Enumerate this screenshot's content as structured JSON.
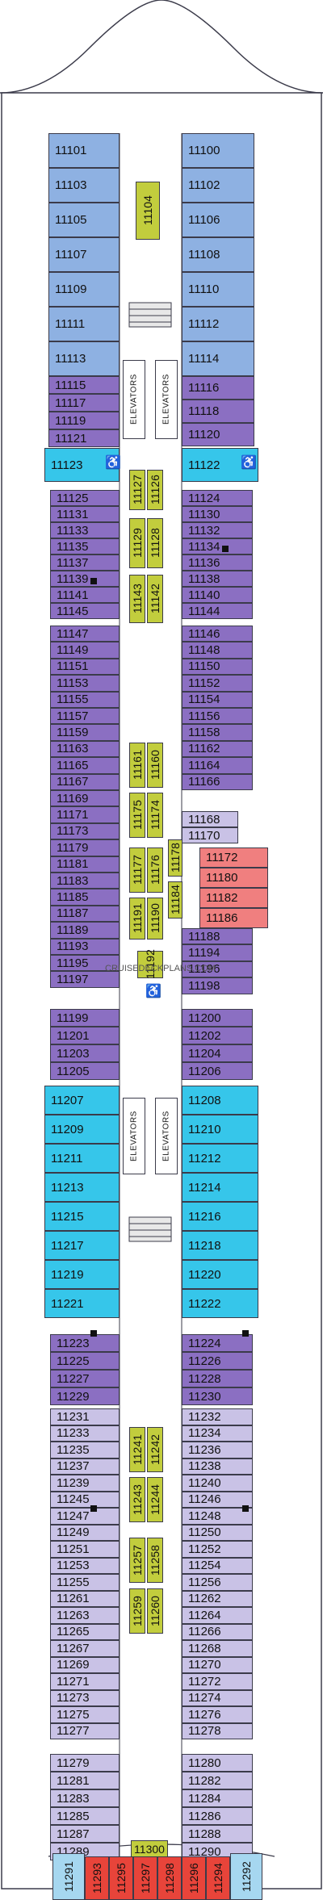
{
  "watermark": "CRUISEDECKPLANS.COM",
  "elevators_label": "ELEVATORS",
  "colors": {
    "blue": "#8eb1e2",
    "lavender": "#c9c2e6",
    "purple": "#8b6fc2",
    "cyan": "#36c6ea",
    "olive": "#c2cd3d",
    "coral": "#f07f7f",
    "red": "#e8443a",
    "lightblue": "#a6d7f0"
  },
  "top_left": [
    "11101",
    "11103",
    "11105",
    "11107",
    "11109",
    "11111",
    "11113"
  ],
  "top_right": [
    "11100",
    "11102",
    "11106",
    "11108",
    "11110",
    "11112",
    "11114"
  ],
  "upper_purple_left": [
    "11115",
    "11117",
    "11119",
    "11121"
  ],
  "upper_purple_right": [
    "11116",
    "11118",
    "11120"
  ],
  "access_top": [
    "11123",
    "11122"
  ],
  "s1_left": [
    "11125",
    "11131",
    "11133",
    "11135",
    "11137",
    "11139",
    "11141",
    "11145"
  ],
  "s1_right": [
    "11124",
    "11130",
    "11132",
    "11134",
    "11136",
    "11138",
    "11140",
    "11144"
  ],
  "s2_left": [
    "11147",
    "11149",
    "11151",
    "11153",
    "11155",
    "11157",
    "11159",
    "11163",
    "11165",
    "11167",
    "11169",
    "11171",
    "11173",
    "11179",
    "11181",
    "11183",
    "11185",
    "11187",
    "11189",
    "11193",
    "11195",
    "11197"
  ],
  "s2_right": [
    "11146",
    "11148",
    "11150",
    "11152",
    "11154",
    "11156",
    "11158",
    "11162",
    "11164",
    "11166",
    "11168",
    "11170",
    "11188",
    "11194",
    "11196",
    "11198"
  ],
  "suites": [
    "11172",
    "11180",
    "11182",
    "11186"
  ],
  "s3_left": [
    "11199",
    "11201",
    "11203",
    "11205"
  ],
  "s3_right": [
    "11200",
    "11202",
    "11204",
    "11206"
  ],
  "mid_left": [
    "11207",
    "11209",
    "11211",
    "11213",
    "11215",
    "11217",
    "11219",
    "11221"
  ],
  "mid_right": [
    "11208",
    "11210",
    "11212",
    "11214",
    "11216",
    "11218",
    "11220",
    "11222"
  ],
  "s4_left": [
    "11223",
    "11225",
    "11227",
    "11229"
  ],
  "s4_right": [
    "11224",
    "11226",
    "11228",
    "11230"
  ],
  "s5_left": [
    "11231",
    "11233",
    "11235",
    "11237",
    "11239",
    "11245",
    "11247",
    "11249",
    "11251",
    "11253",
    "11255",
    "11261",
    "11263",
    "11265",
    "11267",
    "11269",
    "11271",
    "11273",
    "11275",
    "11277"
  ],
  "s5_right": [
    "11232",
    "11234",
    "11236",
    "11238",
    "11240",
    "11246",
    "11248",
    "11250",
    "11252",
    "11254",
    "11256",
    "11262",
    "11264",
    "11266",
    "11268",
    "11270",
    "11272",
    "11274",
    "11276",
    "11278"
  ],
  "s6_left": [
    "11279",
    "11281",
    "11283",
    "11285",
    "11287",
    "11289"
  ],
  "s6_right": [
    "11280",
    "11282",
    "11284",
    "11286",
    "11288",
    "11290"
  ],
  "inside_cabins": [
    "11104",
    "11127",
    "11126",
    "11129",
    "11128",
    "11143",
    "11142",
    "11161",
    "11160",
    "11175",
    "11174",
    "11177",
    "11176",
    "11178",
    "11184",
    "11191",
    "11190",
    "11192",
    "11241",
    "11242",
    "11243",
    "11244",
    "11257",
    "11258",
    "11259",
    "11260",
    "11300"
  ],
  "aft_suites": [
    "11293",
    "11295",
    "11297",
    "11298",
    "11296",
    "11294"
  ],
  "aft_side": [
    "11291",
    "11292"
  ]
}
